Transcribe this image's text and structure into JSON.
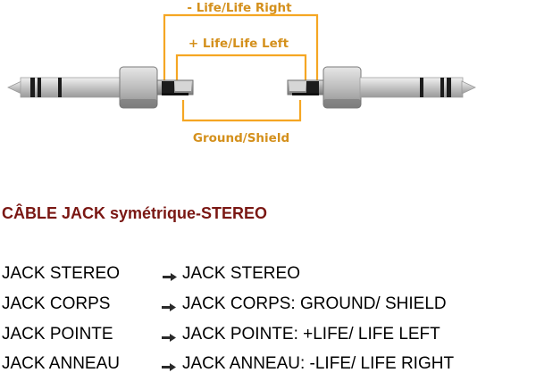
{
  "colors": {
    "wire": "#f5a623",
    "label": "#d4901c",
    "title": "#7a1713",
    "plug_grey": "#9a9a9a",
    "plug_dark": "#1c1c1c",
    "text": "#000000"
  },
  "wires": [
    {
      "id": "right",
      "label": "- Life/Life Right"
    },
    {
      "id": "left",
      "label": "+ Life/Life Left"
    },
    {
      "id": "ground",
      "label": "Ground/Shield"
    }
  ],
  "title": "CÂBLE JACK symétrique-STEREO",
  "rows": [
    {
      "source": "JACK STEREO",
      "arrow_icon": "arrow-right-icon",
      "target": "JACK STEREO"
    },
    {
      "source": "JACK CORPS",
      "arrow_icon": "arrow-right-icon",
      "target": "JACK CORPS: GROUND/ SHIELD"
    },
    {
      "source": "JACK POINTE",
      "arrow_icon": "arrow-right-icon",
      "target": "JACK POINTE: +LIFE/ LIFE LEFT"
    },
    {
      "source": "JACK ANNEAU",
      "arrow_icon": "arrow-right-icon",
      "target": "JACK ANNEAU: -LIFE/ LIFE RIGHT"
    }
  ]
}
